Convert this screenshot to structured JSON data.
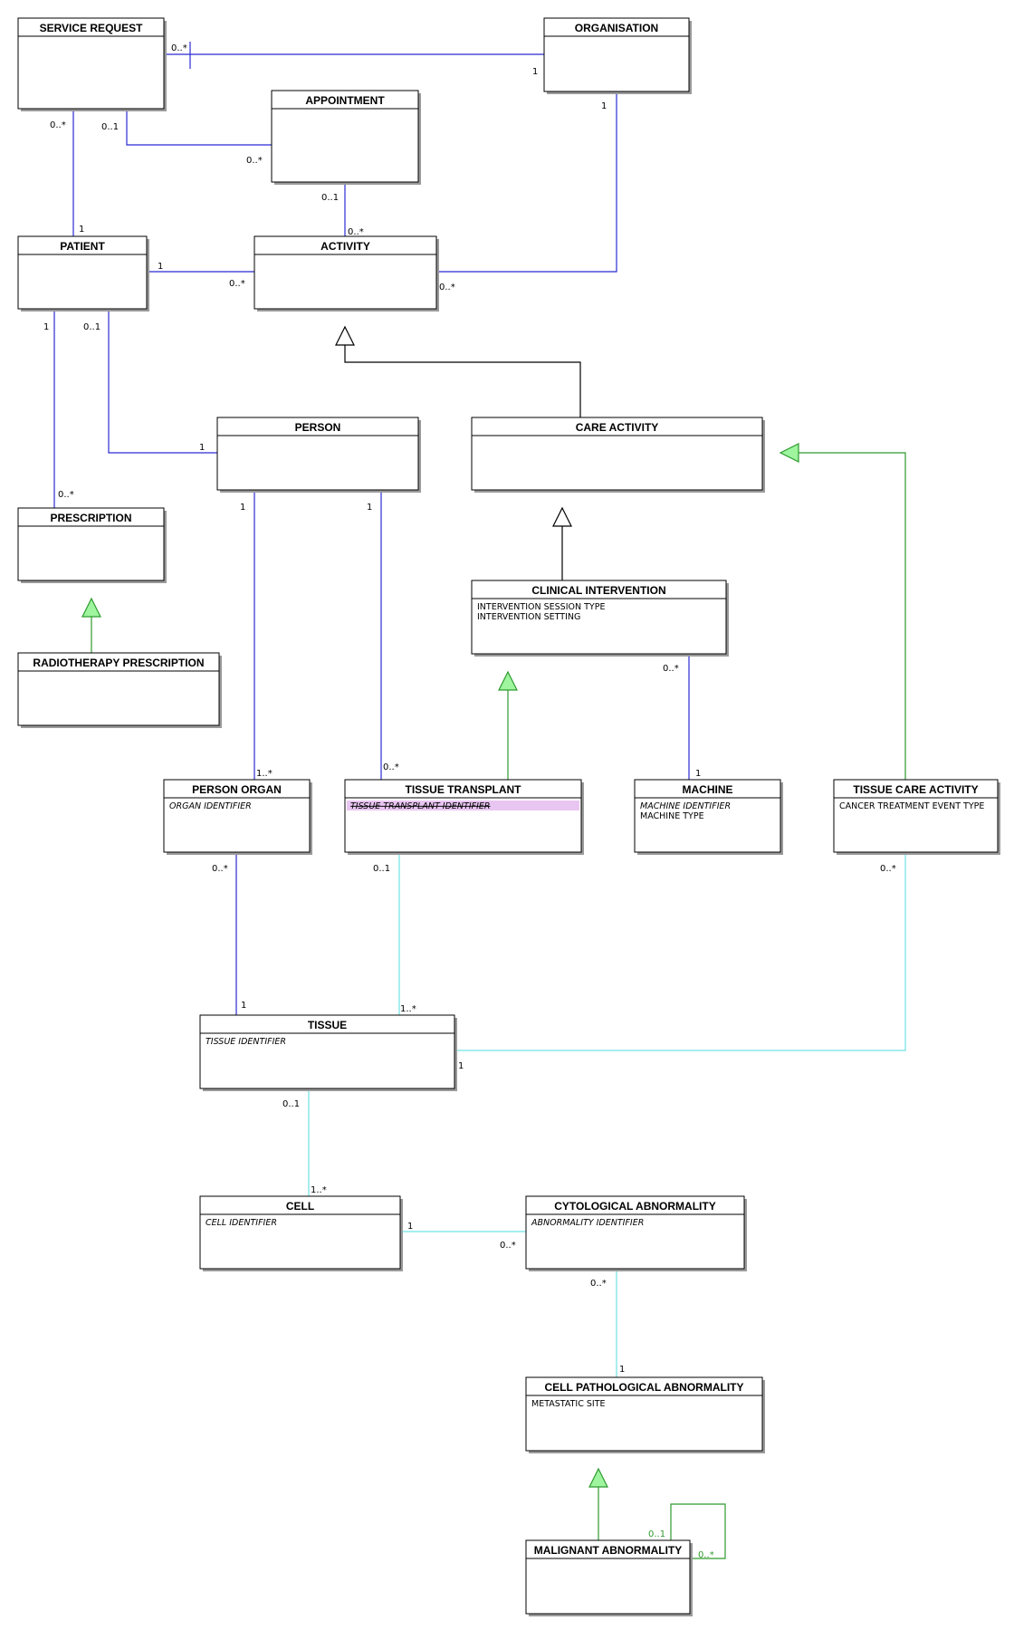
{
  "colors": {
    "association": "#2b2bd4",
    "tissue_association": "#6fe3e3",
    "generalization_line": "#2e9a2e",
    "generalization_head": "#9ef59e",
    "inheritance_line": "#000000",
    "highlight": "#e9c6f2",
    "struck_text": "#e0303a"
  },
  "classes": [
    {
      "id": "service_request",
      "title": "SERVICE REQUEST",
      "attributes": []
    },
    {
      "id": "organisation",
      "title": "ORGANISATION",
      "attributes": []
    },
    {
      "id": "appointment",
      "title": "APPOINTMENT",
      "attributes": []
    },
    {
      "id": "patient",
      "title": "PATIENT",
      "attributes": []
    },
    {
      "id": "activity",
      "title": "ACTIVITY",
      "attributes": []
    },
    {
      "id": "person",
      "title": "PERSON",
      "attributes": []
    },
    {
      "id": "care_activity",
      "title": "CARE ACTIVITY",
      "attributes": []
    },
    {
      "id": "prescription",
      "title": "PRESCRIPTION",
      "attributes": []
    },
    {
      "id": "clinical_intervention",
      "title": "CLINICAL INTERVENTION",
      "attributes": [
        {
          "text": "INTERVENTION SESSION TYPE",
          "style": "normal"
        },
        {
          "text": "INTERVENTION SETTING",
          "style": "normal"
        }
      ]
    },
    {
      "id": "radiotherapy_prescription",
      "title": "RADIOTHERAPY PRESCRIPTION",
      "attributes": []
    },
    {
      "id": "person_organ",
      "title": "PERSON ORGAN",
      "attributes": [
        {
          "text": "ORGAN IDENTIFIER",
          "style": "italic"
        }
      ]
    },
    {
      "id": "tissue_transplant",
      "title": "TISSUE TRANSPLANT",
      "attributes": [
        {
          "text": "TISSUE TRANSPLANT IDENTIFIER",
          "style": "struck"
        }
      ]
    },
    {
      "id": "machine",
      "title": "MACHINE",
      "attributes": [
        {
          "text": "MACHINE IDENTIFIER",
          "style": "italic"
        },
        {
          "text": "MACHINE TYPE",
          "style": "normal"
        }
      ]
    },
    {
      "id": "tissue_care_activity",
      "title": "TISSUE CARE ACTIVITY",
      "attributes": [
        {
          "text": "CANCER TREATMENT EVENT TYPE",
          "style": "normal"
        }
      ]
    },
    {
      "id": "tissue",
      "title": "TISSUE",
      "attributes": [
        {
          "text": "TISSUE IDENTIFIER",
          "style": "italic"
        }
      ]
    },
    {
      "id": "cell",
      "title": "CELL",
      "attributes": [
        {
          "text": "CELL IDENTIFIER",
          "style": "italic"
        }
      ]
    },
    {
      "id": "cytological_abnormality",
      "title": "CYTOLOGICAL ABNORMALITY",
      "attributes": [
        {
          "text": "ABNORMALITY IDENTIFIER",
          "style": "italic"
        }
      ]
    },
    {
      "id": "cell_pathological_abnormality",
      "title": "CELL PATHOLOGICAL ABNORMALITY",
      "attributes": [
        {
          "text": "METASTATIC SITE",
          "style": "normal"
        }
      ]
    },
    {
      "id": "malignant_abnormality",
      "title": "MALIGNANT ABNORMALITY",
      "attributes": []
    }
  ],
  "associations": [
    {
      "id": "service_request-organisation",
      "from": "service_request",
      "to": "organisation",
      "kind": "association",
      "color": "blue",
      "from_mult": "0..*",
      "to_mult": "1"
    },
    {
      "id": "service_request-patient",
      "from": "service_request",
      "to": "patient",
      "kind": "association",
      "color": "blue",
      "from_mult": "0..*",
      "to_mult": "1"
    },
    {
      "id": "service_request-appointment",
      "from": "service_request",
      "to": "appointment",
      "kind": "association",
      "color": "blue",
      "from_mult": "0..1",
      "to_mult": "0..*"
    },
    {
      "id": "appointment-activity",
      "from": "appointment",
      "to": "activity",
      "kind": "association",
      "color": "blue",
      "from_mult": "0..1",
      "to_mult": "0..*"
    },
    {
      "id": "organisation-activity",
      "from": "organisation",
      "to": "activity",
      "kind": "association",
      "color": "blue",
      "from_mult": "1",
      "to_mult": "0..*"
    },
    {
      "id": "patient-activity",
      "from": "patient",
      "to": "activity",
      "kind": "association",
      "color": "blue",
      "from_mult": "1",
      "to_mult": "0..*"
    },
    {
      "id": "patient-prescription",
      "from": "patient",
      "to": "prescription",
      "kind": "association",
      "color": "blue",
      "from_mult": "1",
      "to_mult": "0..*"
    },
    {
      "id": "patient-person",
      "from": "patient",
      "to": "person",
      "kind": "association",
      "color": "blue",
      "from_mult": "0..1",
      "to_mult": "1"
    },
    {
      "id": "care_activity-activity",
      "from": "care_activity",
      "to": "activity",
      "kind": "generalization",
      "color": "black"
    },
    {
      "id": "clinical_intervention-care_activity",
      "from": "clinical_intervention",
      "to": "care_activity",
      "kind": "generalization",
      "color": "black"
    },
    {
      "id": "radiotherapy_prescription-prescription",
      "from": "radiotherapy_prescription",
      "to": "prescription",
      "kind": "generalization",
      "color": "green"
    },
    {
      "id": "tissue_care_activity-care_activity",
      "from": "tissue_care_activity",
      "to": "care_activity",
      "kind": "generalization",
      "color": "green"
    },
    {
      "id": "tissue_transplant-clinical_intervention",
      "from": "tissue_transplant",
      "to": "clinical_intervention",
      "kind": "generalization",
      "color": "green"
    },
    {
      "id": "person-person_organ",
      "from": "person",
      "to": "person_organ",
      "kind": "association",
      "color": "blue",
      "from_mult": "1",
      "to_mult": "1..*"
    },
    {
      "id": "person-tissue_transplant",
      "from": "person",
      "to": "tissue_transplant",
      "kind": "association",
      "color": "blue",
      "from_mult": "1",
      "to_mult": "0..*"
    },
    {
      "id": "clinical_intervention-machine",
      "from": "clinical_intervention",
      "to": "machine",
      "kind": "association",
      "color": "blue",
      "from_mult": "0..*",
      "to_mult": "1"
    },
    {
      "id": "person_organ-tissue",
      "from": "person_organ",
      "to": "tissue",
      "kind": "association",
      "color": "blue",
      "from_mult": "0..*",
      "to_mult": "1"
    },
    {
      "id": "tissue_transplant-tissue",
      "from": "tissue_transplant",
      "to": "tissue",
      "kind": "association",
      "color": "cyan",
      "from_mult": "0..1",
      "to_mult": "1..*"
    },
    {
      "id": "tissue_care_activity-tissue",
      "from": "tissue_care_activity",
      "to": "tissue",
      "kind": "association",
      "color": "cyan",
      "from_mult": "0..*",
      "to_mult": "1"
    },
    {
      "id": "tissue-cell",
      "from": "tissue",
      "to": "cell",
      "kind": "association",
      "color": "cyan",
      "from_mult": "0..1",
      "to_mult": "1..*"
    },
    {
      "id": "cell-cytological_abnormality",
      "from": "cell",
      "to": "cytological_abnormality",
      "kind": "association",
      "color": "cyan",
      "from_mult": "1",
      "to_mult": "0..*"
    },
    {
      "id": "cytological_abnormality-cell_pathological_abnormality",
      "from": "cytological_abnormality",
      "to": "cell_pathological_abnormality",
      "kind": "association",
      "color": "cyan",
      "from_mult": "0..*",
      "to_mult": "1"
    },
    {
      "id": "malignant_abnormality-cell_pathological_abnormality",
      "from": "malignant_abnormality",
      "to": "cell_pathological_abnormality",
      "kind": "generalization",
      "color": "green"
    },
    {
      "id": "malignant_abnormality-self",
      "from": "malignant_abnormality",
      "to": "malignant_abnormality",
      "kind": "association",
      "color": "green",
      "from_mult": "0..1",
      "to_mult": "0..*"
    }
  ]
}
